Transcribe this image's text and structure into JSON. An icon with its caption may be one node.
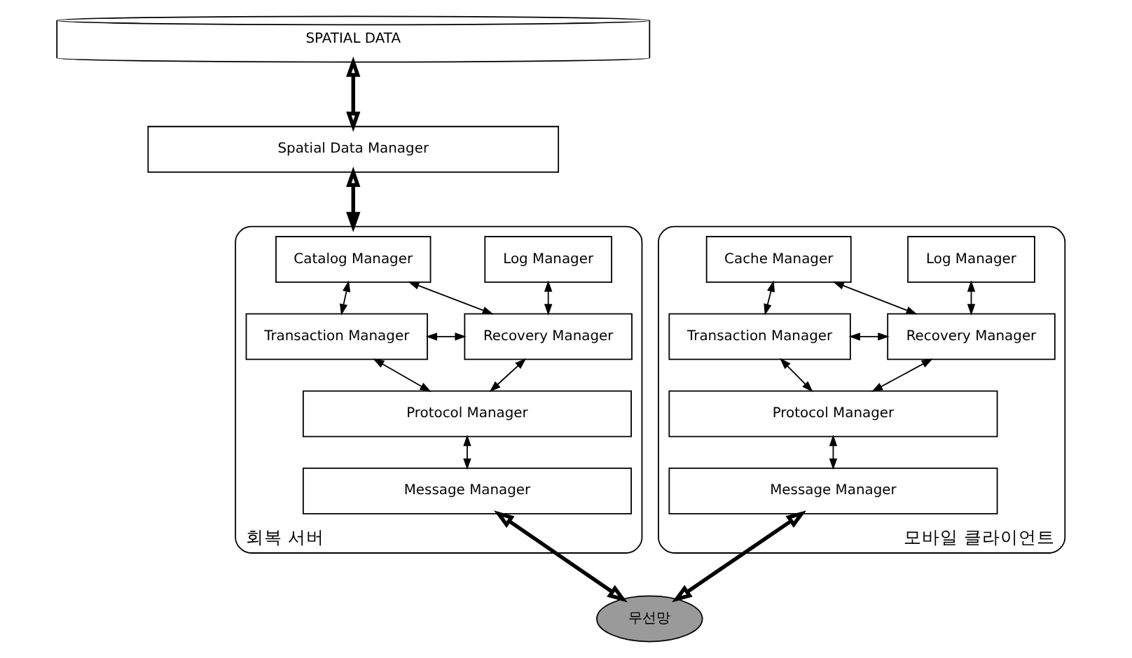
{
  "diagram": {
    "nodes": [
      {
        "text": [
          "SPATIAL DATA"
        ]
      },
      {
        "text": [
          "Spatial Data Manager"
        ]
      },
      {
        "text": [
          "회복 서버"
        ]
      },
      {
        "text": [
          "Catalog Manager"
        ],
        "in": 2
      },
      {
        "text": [
          "Log Manager"
        ],
        "in": 2
      },
      {
        "text": [
          "Transaction Manager"
        ],
        "in": 2
      },
      {
        "text": [
          "Recovery Manager"
        ],
        "in": 2
      },
      {
        "text": [
          "Protocol Manager"
        ],
        "in": 2
      },
      {
        "text": [
          "Message Manager"
        ],
        "in": 2
      },
      {
        "text": [
          "모바일 클라이언트"
        ]
      },
      {
        "text": [
          "Cache Manager"
        ],
        "in": 9
      },
      {
        "text": [
          "Log Manager"
        ],
        "in": 9
      },
      {
        "text": [
          "Transaction Manager"
        ],
        "in": 9
      },
      {
        "text": [
          "Recovery Manager"
        ],
        "in": 9
      },
      {
        "text": [
          "Protocol Manager"
        ],
        "in": 9
      },
      {
        "text": [
          "Message Manager"
        ],
        "in": 9
      },
      {
        "text": [
          "무선망"
        ]
      }
    ],
    "edges": [
      {
        "from": 0,
        "to": 1,
        "arrow": "both",
        "style": "thick"
      },
      {
        "from": 1,
        "to": 2,
        "arrow": "both",
        "style": "thick"
      },
      {
        "from": 3,
        "to": 5,
        "arrow": "both"
      },
      {
        "from": 3,
        "to": 6,
        "arrow": "both"
      },
      {
        "from": 4,
        "to": 6,
        "arrow": "both"
      },
      {
        "from": 5,
        "to": 6,
        "arrow": "both"
      },
      {
        "from": 5,
        "to": 7,
        "arrow": "both"
      },
      {
        "from": 6,
        "to": 7,
        "arrow": "both"
      },
      {
        "from": 7,
        "to": 8,
        "arrow": "both"
      },
      {
        "from": 8,
        "to": 16,
        "arrow": "both",
        "style": "thick"
      },
      {
        "from": 10,
        "to": 12,
        "arrow": "both"
      },
      {
        "from": 10,
        "to": 13,
        "arrow": "both"
      },
      {
        "from": 11,
        "to": 13,
        "arrow": "both"
      },
      {
        "from": 12,
        "to": 13,
        "arrow": "both"
      },
      {
        "from": 12,
        "to": 14,
        "arrow": "both"
      },
      {
        "from": 13,
        "to": 14,
        "arrow": "both"
      },
      {
        "from": 14,
        "to": 15,
        "arrow": "both"
      },
      {
        "from": 15,
        "to": 16,
        "arrow": "both",
        "style": "thick"
      }
    ]
  }
}
